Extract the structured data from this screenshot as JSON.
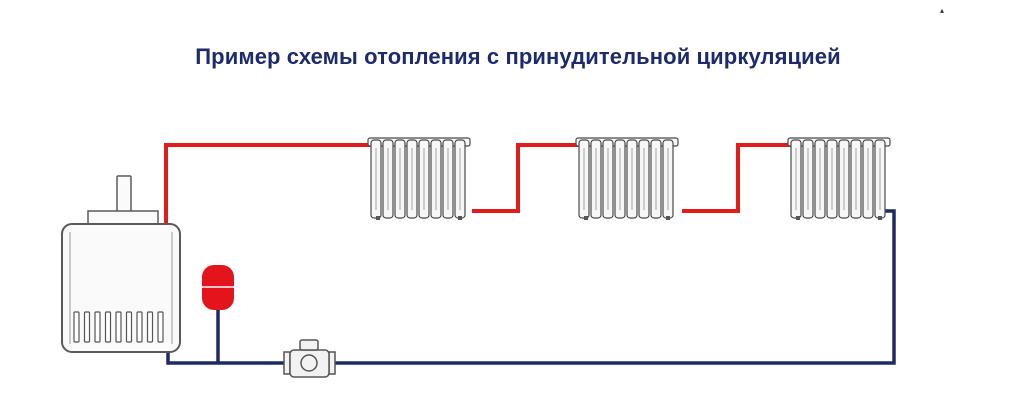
{
  "title": "Пример схемы отопления с принудительной циркуляцией",
  "colors": {
    "title": "#1d2a6e",
    "supply_pipe": "#e21b1b",
    "return_pipe": "#1e2a63",
    "expansion_tank": "#e3141c",
    "radiator_fill": "#f7f7f7",
    "radiator_stroke": "#4a4a4a",
    "boiler_fill": "#fafafa",
    "boiler_stroke": "#5a5a5a"
  },
  "components": {
    "boiler": "boiler",
    "radiators": [
      "radiator-1",
      "radiator-2",
      "radiator-3"
    ],
    "expansion_tank": "expansion-tank",
    "circulation_pump": "circulation-pump"
  }
}
